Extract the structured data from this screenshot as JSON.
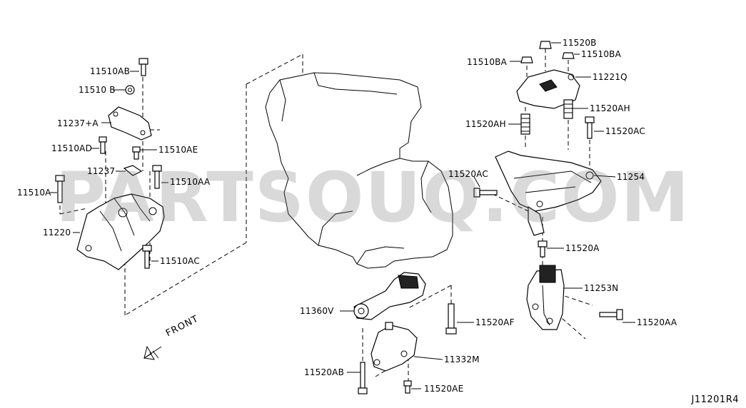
{
  "labels": {
    "p11510AB": "11510AB",
    "p11510B": "11510 B",
    "p11237A": "11237+A",
    "p11510AD": "11510AD",
    "p11510AE": "11510AE",
    "p11237": "11237",
    "p11510AA": "11510AA",
    "p11510A": "11510A",
    "p11220": "11220",
    "p11510AC": "11510AC",
    "p11520B": "11520B",
    "p11510BA_left": "11510BA",
    "p11510BA_right": "11510BA",
    "p11221Q": "11221Q",
    "p11520AH_left": "11520AH",
    "p11520AH_right": "11520AH",
    "p11520AC_right": "11520AC",
    "p11520AC_left": "11520AC",
    "p11254": "11254",
    "p11520A": "11520A",
    "p11253N": "11253N",
    "p11520AA": "11520AA",
    "p11360V": "11360V",
    "p11520AF": "11520AF",
    "p11332M": "11332M",
    "p11520AB": "11520AB",
    "p11520AE": "11520AE"
  },
  "front_label": "FRONT",
  "drawing_code": "J11201R4",
  "watermark": "PARTSOUQ.COM"
}
